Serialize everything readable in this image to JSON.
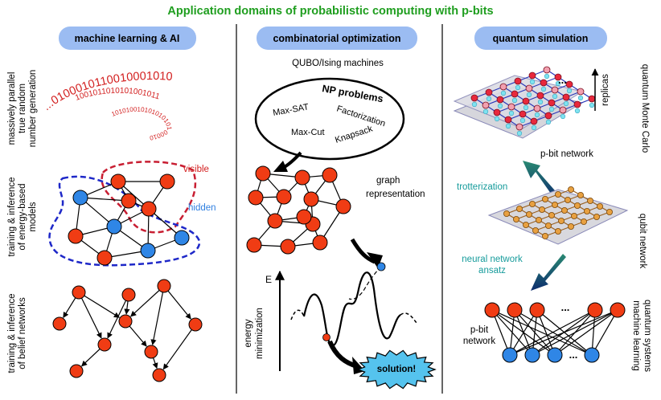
{
  "title": "Application domains of probabilistic computing with p-bits",
  "colors": {
    "title": "#1f9e1f",
    "pill": "#9bbcf2",
    "node_red": "#f03c14",
    "node_blue": "#2f86e6",
    "dashed_red": "#c81e32",
    "dashed_blue": "#1e28c8",
    "teal": "#159b9b",
    "solution": "#55c3ee",
    "qubit": "#e8a040",
    "arrow_green": "#1d6b5a"
  },
  "ml": {
    "header": "machine learning & AI",
    "side_rng": [
      "massively parallel",
      "true random",
      "number generation"
    ],
    "side_ebm": [
      "training & inference",
      "of energy-based",
      "models"
    ],
    "side_belief": [
      "training & inference",
      "of belief networks"
    ],
    "bits_outer": "...0100010110010001010",
    "bits_mid": "1001011010101001011",
    "bits_inner": "10101001010101010100010",
    "label_visible": "visible",
    "label_hidden": "hidden"
  },
  "co": {
    "header": "combinatorial optimization",
    "qubo": "QUBO/Ising machines",
    "np": "NP problems",
    "problems": [
      "Max-SAT",
      "Factorization",
      "Max-Cut",
      "Knapsack"
    ],
    "graph_label": [
      "graph",
      "representation"
    ],
    "energy_axis": "E",
    "energy_min": [
      "energy",
      "minimization"
    ],
    "solution": "solution!"
  },
  "qs": {
    "header": "quantum simulation",
    "replicas": "replicas",
    "dots": "...",
    "pbit_network": "p-bit network",
    "trotterization": "trotterization",
    "qubit_network": "qubit network",
    "nn_ansatz": [
      "neural network",
      "ansatz"
    ],
    "side_qmc": "quantum Monte Carlo",
    "side_ml": [
      "machine learning",
      "quantum systems"
    ],
    "pbit_network2": [
      "p-bit",
      "network"
    ],
    "ellipsis": "..."
  }
}
